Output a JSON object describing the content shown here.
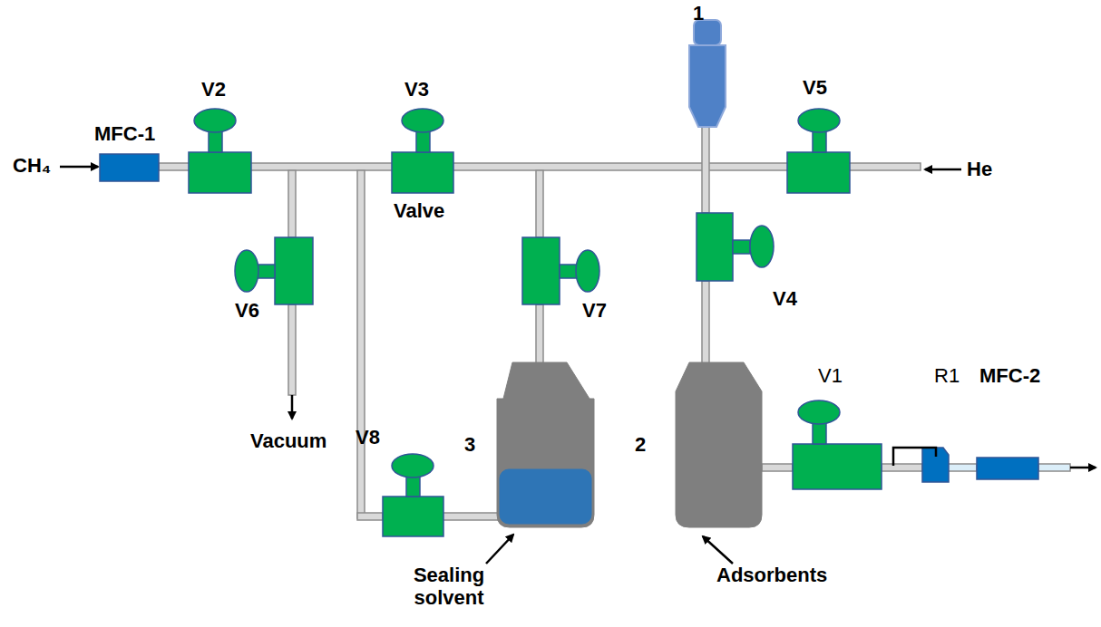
{
  "diagram": {
    "labels": [
      "CH₄",
      "MFC-1",
      "V2",
      "V3",
      "Valve",
      "1",
      "V5",
      "He",
      "V6",
      "V7",
      "V4",
      "Vacuum",
      "V8",
      "3",
      "2",
      "V1",
      "R1",
      "MFC-2",
      "Sealing solvent",
      "Adsorbents"
    ]
  }
}
